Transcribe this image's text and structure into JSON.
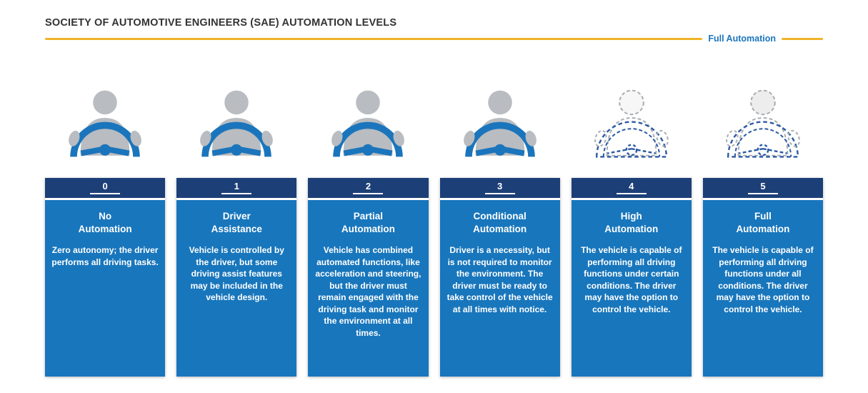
{
  "header": {
    "title": "SOCIETY OF AUTOMOTIVE ENGINEERS (SAE) AUTOMATION LEVELS",
    "rule_label": "Full Automation"
  },
  "colors": {
    "accent_yellow": "#f0b429",
    "header_navy": "#1c3f77",
    "card_blue": "#1876bc",
    "wheel_blue": "#1b75bc",
    "label_blue": "#1b75bc",
    "icon_gray": "#b9bcc0",
    "text_white": "#ffffff"
  },
  "icons": {
    "solid": "driver-steering-wheel-icon",
    "dashed": "driver-steering-wheel-dashed-icon"
  },
  "levels": [
    {
      "number": "0",
      "title": "No\nAutomation",
      "description": "Zero autonomy; the driver performs all driving tasks.",
      "icon": "solid"
    },
    {
      "number": "1",
      "title": "Driver\nAssistance",
      "description": "Vehicle is controlled by the driver, but some driving assist features may be included in the vehicle design.",
      "icon": "solid"
    },
    {
      "number": "2",
      "title": "Partial\nAutomation",
      "description": "Vehicle has combined automated functions, like acceleration and steering, but the driver must remain engaged with the driving task and monitor the environment at all times.",
      "icon": "solid"
    },
    {
      "number": "3",
      "title": "Conditional\nAutomation",
      "description": "Driver is a necessity, but is not required to monitor the environment. The driver must be ready to take control of the vehicle at all times with notice.",
      "icon": "solid"
    },
    {
      "number": "4",
      "title": "High\nAutomation",
      "description": "The vehicle is capable of performing all driving functions under certain conditions. The driver may have the option to control the vehicle.",
      "icon": "dashed"
    },
    {
      "number": "5",
      "title": "Full\nAutomation",
      "description": "The vehicle is capable of performing all driving functions under all conditions. The driver may have the option to control the vehicle.",
      "icon": "dashed"
    }
  ]
}
